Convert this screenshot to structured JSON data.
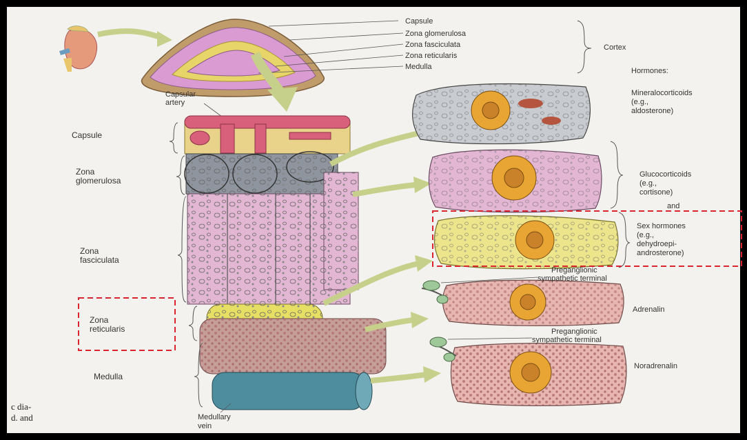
{
  "top_labels": {
    "capsule": "Capsule",
    "zona_glomerulosa": "Zona glomerulosa",
    "zona_fasciculata": "Zona fasciculata",
    "zona_reticularis": "Zona reticularis",
    "medulla": "Medulla",
    "cortex": "Cortex",
    "hormones_heading": "Hormones:"
  },
  "capsular_artery": [
    "Capsular",
    "artery"
  ],
  "left_labels": {
    "capsule": [
      "Capsule"
    ],
    "zona_glomerulosa": [
      "Zona",
      "glomerulosa"
    ],
    "zona_fasciculata": [
      "Zona",
      "fasciculata"
    ],
    "zona_reticularis": [
      "Zona",
      "reticularis"
    ],
    "medulla": [
      "Medulla"
    ]
  },
  "medullary_vein": [
    "Medullary",
    "vein"
  ],
  "hormones": {
    "mineralocorticoids": [
      "Mineralocorticoids",
      "(e.g.,",
      "aldosterone)"
    ],
    "glucocorticoids": [
      "Glucocorticoids",
      "(e.g.,",
      "cortisone)"
    ],
    "and": "and",
    "sex_hormones": [
      "Sex hormones",
      "(e.g.,",
      "dehydroepi-",
      "androsterone)"
    ],
    "adrenalin": "Adrenalin",
    "noradrenalin": "Noradrenalin"
  },
  "preganglionic_1": [
    "Preganglionic",
    "sympathetic terminal"
  ],
  "preganglionic_2": [
    "Preganglionic",
    "sympathetic terminal"
  ],
  "page_caption": [
    "c dia-",
    "d. and"
  ],
  "colors": {
    "highlight_box": "#d9232d",
    "capsule_red": "#d8607a",
    "glomerulosa": "#8e959e",
    "fasciculata": "#e3b7d4",
    "reticularis": "#e7df64",
    "medulla": "#c59e9a",
    "vein": "#4e8d9e",
    "arrow": "#c7d08a"
  }
}
